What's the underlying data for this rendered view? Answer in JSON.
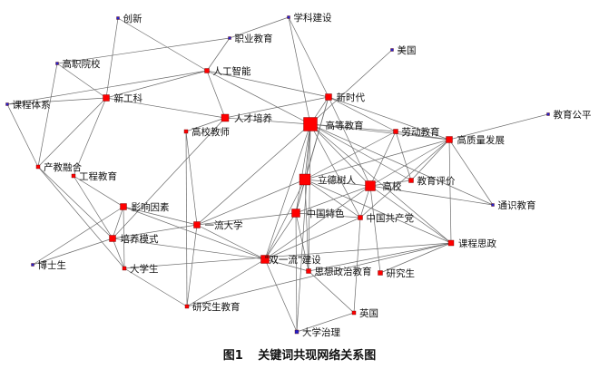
{
  "caption": {
    "figure_no": "图1",
    "title": "关键词共现网络关系图"
  },
  "colors": {
    "node_major": "#ff0000",
    "node_minor": "#2222cc",
    "edge": "#6b6b6b"
  },
  "nodes": [
    {
      "id": "gdjy",
      "label": "高等教育"
    },
    {
      "id": "ldsr",
      "label": "立德树人"
    },
    {
      "id": "gx",
      "label": "高校"
    },
    {
      "id": "zgts",
      "label": "中国特色"
    },
    {
      "id": "sylj",
      "label": "\"双一流\"建设"
    },
    {
      "id": "rcpy",
      "label": "人才培养"
    },
    {
      "id": "xgk",
      "label": "新工科"
    },
    {
      "id": "xsd",
      "label": "新时代"
    },
    {
      "id": "gzlfz",
      "label": "高质量发展"
    },
    {
      "id": "pyms",
      "label": "培养模式"
    },
    {
      "id": "yxys",
      "label": "影响因素"
    },
    {
      "id": "yldx",
      "label": "一流大学"
    },
    {
      "id": "zggcd",
      "label": "中国共产党"
    },
    {
      "id": "kcsz",
      "label": "课程思政"
    },
    {
      "id": "rgzn",
      "label": "人工智能"
    },
    {
      "id": "ldjy",
      "label": "劳动教育"
    },
    {
      "id": "jypj",
      "label": "教育评价"
    },
    {
      "id": "sxzzjy",
      "label": "思想政治教育"
    },
    {
      "id": "yjs",
      "label": "研究生"
    },
    {
      "id": "dxs",
      "label": "大学生"
    },
    {
      "id": "gcjy",
      "label": "工程教育"
    },
    {
      "id": "cjrh",
      "label": "产教融合"
    },
    {
      "id": "gxjs",
      "label": "高校教师"
    },
    {
      "id": "yjsjy",
      "label": "研究生教育"
    },
    {
      "id": "yg",
      "label": "英国"
    },
    {
      "id": "dxzl",
      "label": "大学治理"
    },
    {
      "id": "cx",
      "label": "创新"
    },
    {
      "id": "xkjs",
      "label": "学科建设"
    },
    {
      "id": "zyjy",
      "label": "职业教育"
    },
    {
      "id": "gzyx",
      "label": "高职院校"
    },
    {
      "id": "kctx",
      "label": "课程体系"
    },
    {
      "id": "mg",
      "label": "美国"
    },
    {
      "id": "jygp",
      "label": "教育公平"
    },
    {
      "id": "tsjy",
      "label": "通识教育"
    },
    {
      "id": "bss",
      "label": "博士生"
    }
  ],
  "edges": [
    [
      "gdjy",
      "ldsr"
    ],
    [
      "gdjy",
      "gx"
    ],
    [
      "gdjy",
      "zgts"
    ],
    [
      "gdjy",
      "rcpy"
    ],
    [
      "gdjy",
      "xsd"
    ],
    [
      "gdjy",
      "ldjy"
    ],
    [
      "gdjy",
      "gzlfz"
    ],
    [
      "gdjy",
      "jypj"
    ],
    [
      "gdjy",
      "kcsz"
    ],
    [
      "gdjy",
      "xkjs"
    ],
    [
      "gdjy",
      "mg"
    ],
    [
      "gdjy",
      "sylj"
    ],
    [
      "gdjy",
      "zggcd"
    ],
    [
      "gdjy",
      "sxzzjy"
    ],
    [
      "gdjy",
      "yldx"
    ],
    [
      "gdjy",
      "dxzl"
    ],
    [
      "gdjy",
      "rgzn"
    ],
    [
      "gdjy",
      "tsjy"
    ],
    [
      "ldsr",
      "gx"
    ],
    [
      "ldsr",
      "zgts"
    ],
    [
      "ldsr",
      "xsd"
    ],
    [
      "ldsr",
      "kcsz"
    ],
    [
      "ldsr",
      "sylj"
    ],
    [
      "ldsr",
      "zggcd"
    ],
    [
      "ldsr",
      "yldx"
    ],
    [
      "ldsr",
      "sxzzjy"
    ],
    [
      "ldsr",
      "ldjy"
    ],
    [
      "ldsr",
      "gzlfz"
    ],
    [
      "gx",
      "zgts"
    ],
    [
      "gx",
      "kcsz"
    ],
    [
      "gx",
      "zggcd"
    ],
    [
      "gx",
      "ldjy"
    ],
    [
      "gx",
      "jypj"
    ],
    [
      "gx",
      "gzlfz"
    ],
    [
      "gx",
      "sylj"
    ],
    [
      "gx",
      "tsjy"
    ],
    [
      "gx",
      "yjs"
    ],
    [
      "gx",
      "xsd"
    ],
    [
      "zgts",
      "sylj"
    ],
    [
      "zgts",
      "yldx"
    ],
    [
      "zgts",
      "zggcd"
    ],
    [
      "zgts",
      "dxzl"
    ],
    [
      "zgts",
      "sxzzjy"
    ],
    [
      "zgts",
      "xsd"
    ],
    [
      "sylj",
      "yldx"
    ],
    [
      "sylj",
      "pyms"
    ],
    [
      "sylj",
      "yjsjy"
    ],
    [
      "sylj",
      "dxzl"
    ],
    [
      "sylj",
      "sxzzjy"
    ],
    [
      "sylj",
      "zggcd"
    ],
    [
      "sylj",
      "yxys"
    ],
    [
      "rcpy",
      "xgk"
    ],
    [
      "rcpy",
      "xsd"
    ],
    [
      "rcpy",
      "rgzn"
    ],
    [
      "rcpy",
      "gxjs"
    ],
    [
      "rcpy",
      "pyms"
    ],
    [
      "xgk",
      "rgzn"
    ],
    [
      "xgk",
      "gzyx"
    ],
    [
      "xgk",
      "kctx"
    ],
    [
      "xgk",
      "cjrh"
    ],
    [
      "xgk",
      "gcjy"
    ],
    [
      "xgk",
      "cx"
    ],
    [
      "rgzn",
      "zyjy"
    ],
    [
      "rgzn",
      "xsd"
    ],
    [
      "rgzn",
      "cx"
    ],
    [
      "zyjy",
      "gzyx"
    ],
    [
      "zyjy",
      "xkjs"
    ],
    [
      "gzyx",
      "cjrh"
    ],
    [
      "kctx",
      "cjrh"
    ],
    [
      "kctx",
      "rgzn"
    ],
    [
      "cjrh",
      "pyms"
    ],
    [
      "cjrh",
      "dxs"
    ],
    [
      "gcjy",
      "yxys"
    ],
    [
      "gcjy",
      "pyms"
    ],
    [
      "pyms",
      "yxys"
    ],
    [
      "pyms",
      "dxs"
    ],
    [
      "pyms",
      "bss"
    ],
    [
      "pyms",
      "yldx"
    ],
    [
      "yxys",
      "dxs"
    ],
    [
      "yxys",
      "yldx"
    ],
    [
      "yxys",
      "bss"
    ],
    [
      "yldx",
      "yjsjy"
    ],
    [
      "yldx",
      "gxjs"
    ],
    [
      "yjsjy",
      "kcsz"
    ],
    [
      "yjsjy",
      "dxs"
    ],
    [
      "yjsjy",
      "gxjs"
    ],
    [
      "kcsz",
      "sxzzjy"
    ],
    [
      "kcsz",
      "yjs"
    ],
    [
      "kcsz",
      "gzlfz"
    ],
    [
      "kcsz",
      "dxs"
    ],
    [
      "zggcd",
      "yg"
    ],
    [
      "zggcd",
      "gzlfz"
    ],
    [
      "sxzzjy",
      "yg"
    ],
    [
      "gzlfz",
      "jygp"
    ],
    [
      "gzlfz",
      "ldjy"
    ],
    [
      "gzlfz",
      "jypj"
    ],
    [
      "gzlfz",
      "tsjy"
    ],
    [
      "xsd",
      "ldjy"
    ],
    [
      "xsd",
      "xkjs"
    ],
    [
      "xsd",
      "gzlfz"
    ],
    [
      "ldjy",
      "jypj"
    ],
    [
      "dxzl",
      "yg"
    ]
  ]
}
